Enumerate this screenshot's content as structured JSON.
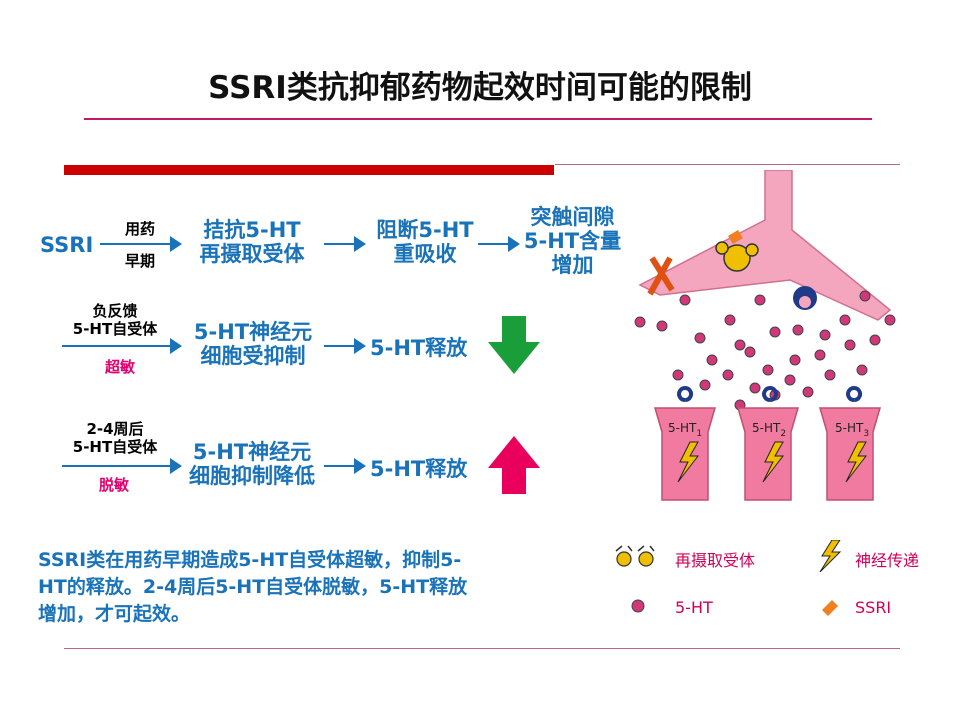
{
  "title": "SSRI类抗抑郁药物起效时间可能的限制",
  "row1": {
    "start": "SSRI",
    "top_label": "用药",
    "bottom_label": "早期",
    "box1": [
      "拮抗5-HT",
      "再摄取受体"
    ],
    "box2": [
      "阻断5-HT",
      "重吸收"
    ],
    "box3": [
      "突触间隙",
      "5-HT含量",
      "增加"
    ]
  },
  "row2": {
    "top_label": [
      "负反馈",
      "5-HT自受体"
    ],
    "red_label": "超敏",
    "box1": [
      "5-HT神经元",
      "细胞受抑制"
    ],
    "box2": "5-HT释放",
    "arrow": "down"
  },
  "row3": {
    "top_label": [
      "2-4周后",
      "5-HT自受体"
    ],
    "red_label": "脱敏",
    "box1": [
      "5-HT神经元",
      "细胞抑制降低"
    ],
    "box2": "5-HT释放",
    "arrow": "up"
  },
  "summary": [
    "SSRI类在用药早期造成5-HT自受体超敏，抑制5-",
    "HT的释放。2-4周后5-HT自受体脱敏，5-HT释放",
    "增加，才可起效。"
  ],
  "diagram": {
    "receptors": [
      {
        "label": "5-HT",
        "sub": "1"
      },
      {
        "label": "5-HT",
        "sub": "2"
      },
      {
        "label": "5-HT",
        "sub": "3"
      }
    ]
  },
  "legend": {
    "reuptake": "再摄取受体",
    "transmission": "神经传递",
    "serotonin": "5-HT",
    "ssri": "SSRI"
  },
  "colors": {
    "blue": "#1a73b8",
    "magenta": "#e2006e",
    "green": "#1a9e3a",
    "pink_neuron": "#f0a0b8",
    "dot": "#d0387a"
  }
}
